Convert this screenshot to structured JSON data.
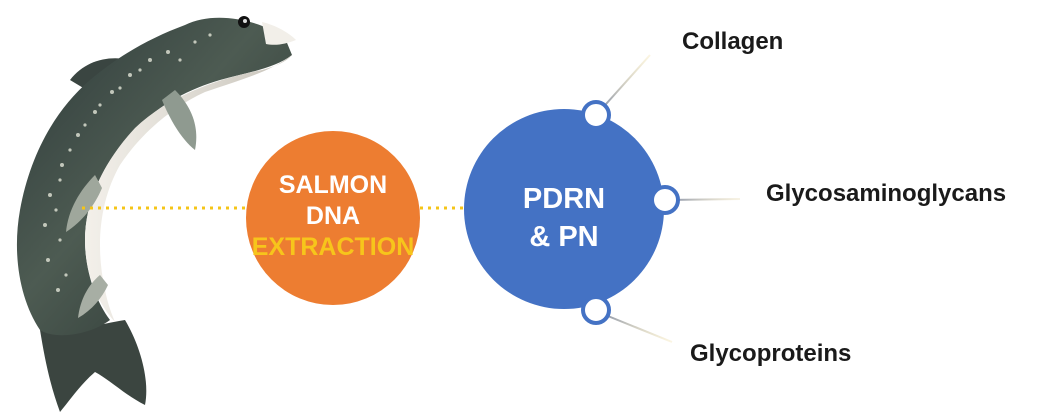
{
  "diagram": {
    "source": {
      "line1": "SALMON",
      "line2": "DNA",
      "line3": "EXTRACTION",
      "fill": "#ed7d31",
      "highlight_color": "#f7c51b"
    },
    "product": {
      "line1": "PDRN",
      "line2": "& PN",
      "fill": "#4472c4"
    },
    "components": [
      {
        "label": "Collagen"
      },
      {
        "label": "Glycosaminoglycans"
      },
      {
        "label": "Glycoproteins"
      }
    ],
    "connector_color": "#f5c518",
    "fish_icon": "salmon-illustration"
  }
}
